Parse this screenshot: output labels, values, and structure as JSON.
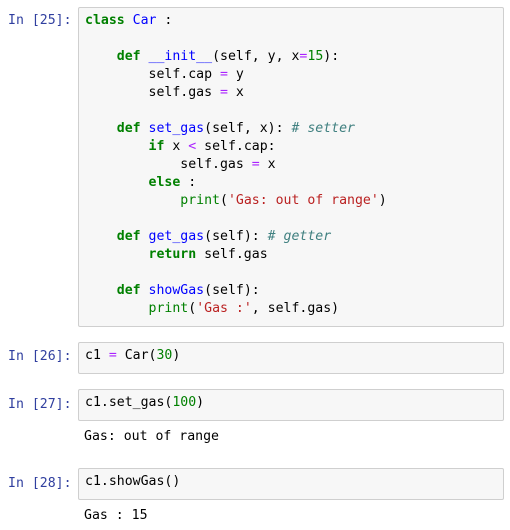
{
  "cells": [
    {
      "prompt": "In [25]:",
      "lines": [
        [
          {
            "t": "class",
            "c": "kw"
          },
          {
            "t": " "
          },
          {
            "t": "Car",
            "c": "def"
          },
          {
            "t": " :"
          }
        ],
        [
          {
            "t": ""
          }
        ],
        [
          {
            "t": "    "
          },
          {
            "t": "def",
            "c": "kw"
          },
          {
            "t": " "
          },
          {
            "t": "__init__",
            "c": "def"
          },
          {
            "t": "(self, y, x"
          },
          {
            "t": "=",
            "c": "op"
          },
          {
            "t": "15",
            "c": "num"
          },
          {
            "t": "):"
          }
        ],
        [
          {
            "t": "        self.cap "
          },
          {
            "t": "=",
            "c": "op"
          },
          {
            "t": " y"
          }
        ],
        [
          {
            "t": "        self.gas "
          },
          {
            "t": "=",
            "c": "op"
          },
          {
            "t": " x"
          }
        ],
        [
          {
            "t": ""
          }
        ],
        [
          {
            "t": "    "
          },
          {
            "t": "def",
            "c": "kw"
          },
          {
            "t": " "
          },
          {
            "t": "set_gas",
            "c": "def"
          },
          {
            "t": "(self, x): "
          },
          {
            "t": "# setter",
            "c": "cm"
          }
        ],
        [
          {
            "t": "        "
          },
          {
            "t": "if",
            "c": "kw"
          },
          {
            "t": " x "
          },
          {
            "t": "<",
            "c": "op"
          },
          {
            "t": " self.cap:"
          }
        ],
        [
          {
            "t": "            self.gas "
          },
          {
            "t": "=",
            "c": "op"
          },
          {
            "t": " x"
          }
        ],
        [
          {
            "t": "        "
          },
          {
            "t": "else",
            "c": "kw"
          },
          {
            "t": " :"
          }
        ],
        [
          {
            "t": "            "
          },
          {
            "t": "print",
            "c": "bi"
          },
          {
            "t": "("
          },
          {
            "t": "'Gas: out of range'",
            "c": "str"
          },
          {
            "t": ")"
          }
        ],
        [
          {
            "t": ""
          }
        ],
        [
          {
            "t": "    "
          },
          {
            "t": "def",
            "c": "kw"
          },
          {
            "t": " "
          },
          {
            "t": "get_gas",
            "c": "def"
          },
          {
            "t": "(self): "
          },
          {
            "t": "# getter",
            "c": "cm"
          }
        ],
        [
          {
            "t": "        "
          },
          {
            "t": "return",
            "c": "kw"
          },
          {
            "t": " self.gas"
          }
        ],
        [
          {
            "t": ""
          }
        ],
        [
          {
            "t": "    "
          },
          {
            "t": "def",
            "c": "kw"
          },
          {
            "t": " "
          },
          {
            "t": "showGas",
            "c": "def"
          },
          {
            "t": "(self):"
          }
        ],
        [
          {
            "t": "        "
          },
          {
            "t": "print",
            "c": "bi"
          },
          {
            "t": "("
          },
          {
            "t": "'Gas :'",
            "c": "str"
          },
          {
            "t": ", self.gas)"
          }
        ]
      ],
      "output": ""
    },
    {
      "prompt": "In [26]:",
      "lines": [
        [
          {
            "t": "c1 "
          },
          {
            "t": "=",
            "c": "op"
          },
          {
            "t": " Car("
          },
          {
            "t": "30",
            "c": "num"
          },
          {
            "t": ")"
          }
        ]
      ],
      "output": ""
    },
    {
      "prompt": "In [27]:",
      "lines": [
        [
          {
            "t": "c1.set_gas("
          },
          {
            "t": "100",
            "c": "num"
          },
          {
            "t": ")"
          }
        ]
      ],
      "output": "Gas: out of range"
    },
    {
      "prompt": "In [28]:",
      "lines": [
        [
          {
            "t": "c1.showGas()"
          }
        ]
      ],
      "output": "Gas : 15"
    }
  ]
}
